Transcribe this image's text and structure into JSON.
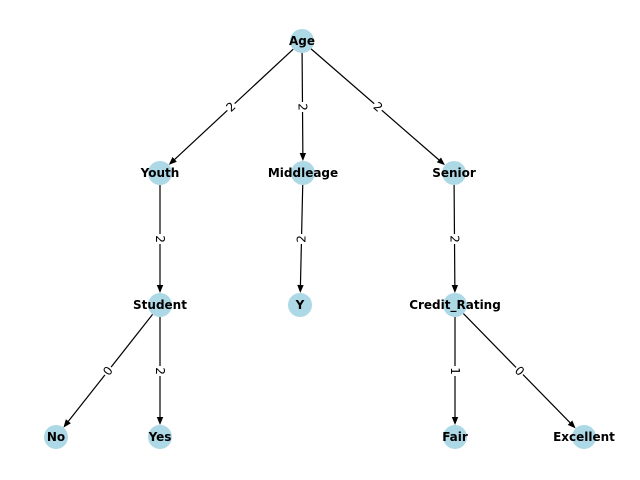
{
  "style": {
    "node_color": "#add8e6",
    "edge_color": "#000000",
    "background": "#ffffff"
  },
  "nodes": [
    {
      "id": "age",
      "label": "Age"
    },
    {
      "id": "youth",
      "label": "Youth"
    },
    {
      "id": "middleage",
      "label": "Middleage"
    },
    {
      "id": "senior",
      "label": "Senior"
    },
    {
      "id": "student",
      "label": "Student"
    },
    {
      "id": "y",
      "label": "Y"
    },
    {
      "id": "credit_rating",
      "label": "Credit_Rating"
    },
    {
      "id": "no",
      "label": "No"
    },
    {
      "id": "yes",
      "label": "Yes"
    },
    {
      "id": "fair",
      "label": "Fair"
    },
    {
      "id": "excellent",
      "label": "Excellent"
    }
  ],
  "edges": [
    {
      "from": "age",
      "to": "youth",
      "label": "2"
    },
    {
      "from": "age",
      "to": "middleage",
      "label": "2"
    },
    {
      "from": "age",
      "to": "senior",
      "label": "2"
    },
    {
      "from": "youth",
      "to": "student",
      "label": "2"
    },
    {
      "from": "middleage",
      "to": "y",
      "label": "2"
    },
    {
      "from": "senior",
      "to": "credit_rating",
      "label": "2"
    },
    {
      "from": "student",
      "to": "no",
      "label": "0"
    },
    {
      "from": "student",
      "to": "yes",
      "label": "2"
    },
    {
      "from": "credit_rating",
      "to": "fair",
      "label": "1"
    },
    {
      "from": "credit_rating",
      "to": "excellent",
      "label": "0"
    }
  ]
}
